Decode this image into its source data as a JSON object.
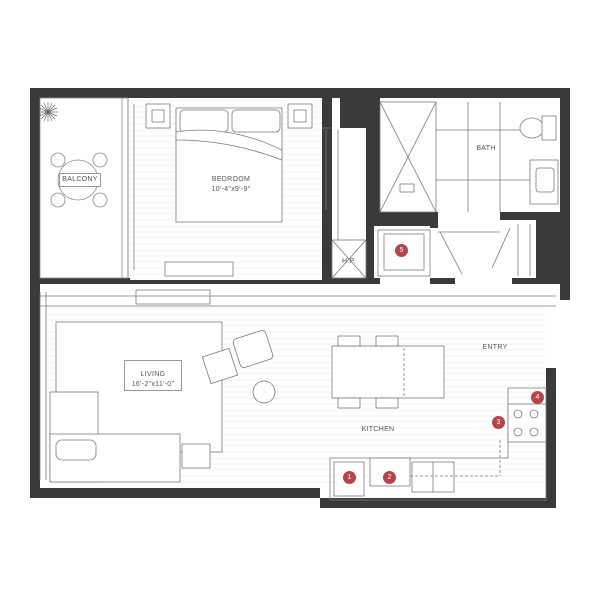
{
  "rooms": {
    "balcony": {
      "name": "BALCONY"
    },
    "bedroom": {
      "name": "BEDROOM",
      "dims": "10'-4\"x9'-9\""
    },
    "bath": {
      "name": "BATH"
    },
    "hp": {
      "name": "H.P."
    },
    "living": {
      "name": "LIVING",
      "dims": "16'-2\"x11'-0\""
    },
    "entry": {
      "name": "ENTRY"
    },
    "kitchen": {
      "name": "KITCHEN"
    }
  },
  "markers": [
    "1",
    "2",
    "3",
    "4",
    "5"
  ],
  "colors": {
    "wall": "#3a3a3a",
    "line": "#9a9a9a",
    "marker": "#b5444b",
    "floor_line": "#e2e2e2"
  }
}
